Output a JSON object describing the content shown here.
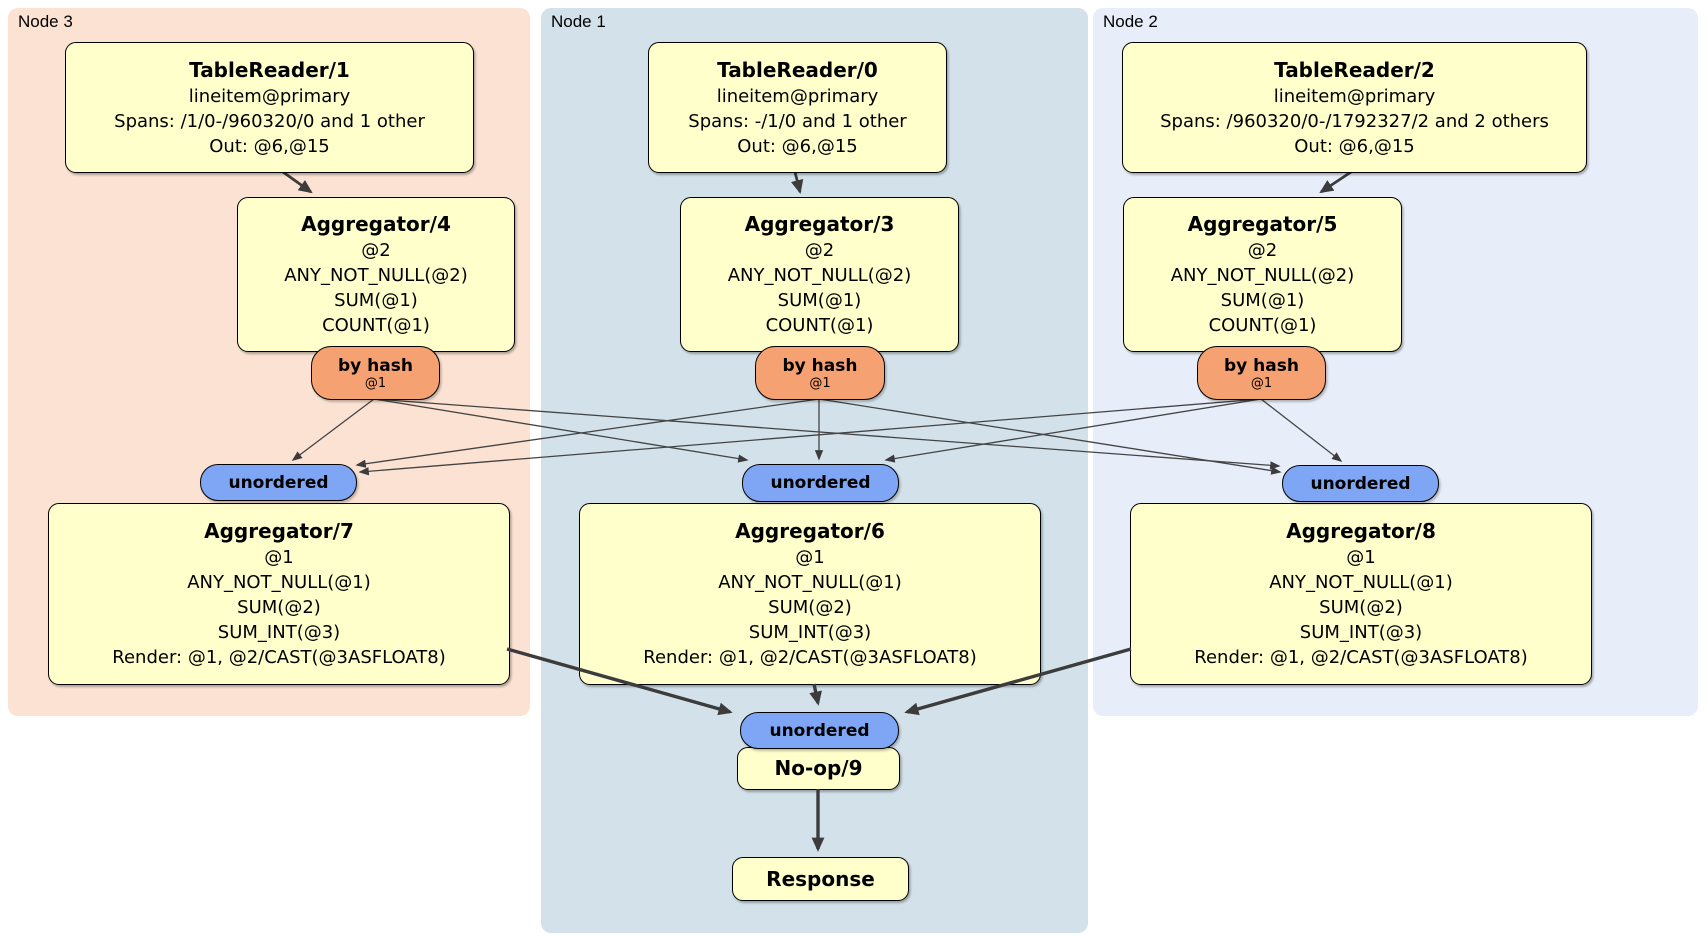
{
  "regions": {
    "node3": {
      "label": "Node 3"
    },
    "node1": {
      "label": "Node 1"
    },
    "node2": {
      "label": "Node 2"
    }
  },
  "processors": {
    "tr1": {
      "title": "TableReader/1",
      "lines": [
        "lineitem@primary",
        "Spans: /1/0-/960320/0 and 1 other",
        "Out: @6,@15"
      ]
    },
    "tr0": {
      "title": "TableReader/0",
      "lines": [
        "lineitem@primary",
        "Spans: -/1/0 and 1 other",
        "Out: @6,@15"
      ]
    },
    "tr2": {
      "title": "TableReader/2",
      "lines": [
        "lineitem@primary",
        "Spans: /960320/0-/1792327/2 and 2 others",
        "Out: @6,@15"
      ]
    },
    "agg4": {
      "title": "Aggregator/4",
      "lines": [
        "@2",
        "ANY_NOT_NULL(@2)",
        "SUM(@1)",
        "COUNT(@1)"
      ]
    },
    "agg3": {
      "title": "Aggregator/3",
      "lines": [
        "@2",
        "ANY_NOT_NULL(@2)",
        "SUM(@1)",
        "COUNT(@1)"
      ]
    },
    "agg5": {
      "title": "Aggregator/5",
      "lines": [
        "@2",
        "ANY_NOT_NULL(@2)",
        "SUM(@1)",
        "COUNT(@1)"
      ]
    },
    "agg7": {
      "title": "Aggregator/7",
      "lines": [
        "@1",
        "ANY_NOT_NULL(@1)",
        "SUM(@2)",
        "SUM_INT(@3)",
        "Render: @1, @2/CAST(@3ASFLOAT8)"
      ]
    },
    "agg6": {
      "title": "Aggregator/6",
      "lines": [
        "@1",
        "ANY_NOT_NULL(@1)",
        "SUM(@2)",
        "SUM_INT(@3)",
        "Render: @1, @2/CAST(@3ASFLOAT8)"
      ]
    },
    "agg8": {
      "title": "Aggregator/8",
      "lines": [
        "@1",
        "ANY_NOT_NULL(@1)",
        "SUM(@2)",
        "SUM_INT(@3)",
        "Render: @1, @2/CAST(@3ASFLOAT8)"
      ]
    },
    "noop9": {
      "title": "No-op/9"
    },
    "response": {
      "title": "Response"
    }
  },
  "routers": {
    "hash4": {
      "label": "by hash",
      "detail": "@1"
    },
    "hash3": {
      "label": "by hash",
      "detail": "@1"
    },
    "hash5": {
      "label": "by hash",
      "detail": "@1"
    }
  },
  "synchronizers": {
    "unordered7": {
      "label": "unordered"
    },
    "unordered6": {
      "label": "unordered"
    },
    "unordered8": {
      "label": "unordered"
    },
    "unordered9": {
      "label": "unordered"
    }
  },
  "edges": [
    {
      "from": "TableReader/1",
      "to": "Aggregator/4"
    },
    {
      "from": "TableReader/0",
      "to": "Aggregator/3"
    },
    {
      "from": "TableReader/2",
      "to": "Aggregator/5"
    },
    {
      "from": "Aggregator/4 by hash @1",
      "to": "unordered->Aggregator/7"
    },
    {
      "from": "Aggregator/4 by hash @1",
      "to": "unordered->Aggregator/6"
    },
    {
      "from": "Aggregator/4 by hash @1",
      "to": "unordered->Aggregator/8"
    },
    {
      "from": "Aggregator/3 by hash @1",
      "to": "unordered->Aggregator/7"
    },
    {
      "from": "Aggregator/3 by hash @1",
      "to": "unordered->Aggregator/6"
    },
    {
      "from": "Aggregator/3 by hash @1",
      "to": "unordered->Aggregator/8"
    },
    {
      "from": "Aggregator/5 by hash @1",
      "to": "unordered->Aggregator/7"
    },
    {
      "from": "Aggregator/5 by hash @1",
      "to": "unordered->Aggregator/6"
    },
    {
      "from": "Aggregator/5 by hash @1",
      "to": "unordered->Aggregator/8"
    },
    {
      "from": "Aggregator/7",
      "to": "unordered->No-op/9"
    },
    {
      "from": "Aggregator/6",
      "to": "unordered->No-op/9"
    },
    {
      "from": "Aggregator/8",
      "to": "unordered->No-op/9"
    },
    {
      "from": "No-op/9",
      "to": "Response"
    }
  ],
  "colors": {
    "node3_bg": "#fbe2d3",
    "node1_bg": "#d3e1ea",
    "node2_bg": "#e8eef9",
    "processor_fill": "#ffffcc",
    "router_fill": "#f6a171",
    "synchronizer_fill": "#7ea6f4",
    "edge": "#3c3c3c",
    "border": "#000000"
  }
}
